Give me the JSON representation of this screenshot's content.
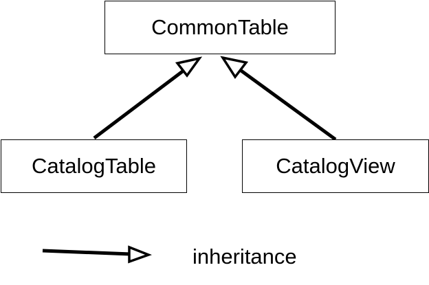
{
  "nodes": {
    "common": {
      "label": "CommonTable"
    },
    "catalog_table": {
      "label": "CatalogTable"
    },
    "catalog_view": {
      "label": "CatalogView"
    }
  },
  "edges": [
    {
      "from": "CatalogTable",
      "to": "CommonTable",
      "type": "inheritance"
    },
    {
      "from": "CatalogView",
      "to": "CommonTable",
      "type": "inheritance"
    }
  ],
  "legend": {
    "label": "inheritance"
  },
  "colors": {
    "stroke": "#000000",
    "background": "#ffffff"
  }
}
